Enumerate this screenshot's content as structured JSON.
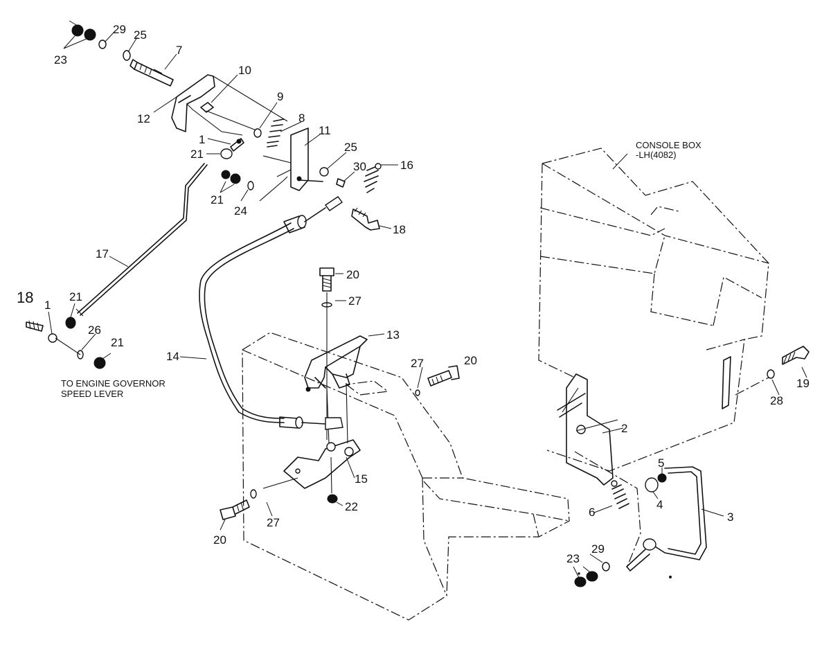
{
  "callouts": [
    {
      "id": "c23a",
      "text": "23"
    },
    {
      "id": "c29a",
      "text": "29"
    },
    {
      "id": "c25a",
      "text": "25"
    },
    {
      "id": "c7",
      "text": "7"
    },
    {
      "id": "c10",
      "text": "10"
    },
    {
      "id": "c12",
      "text": "12"
    },
    {
      "id": "c9",
      "text": "9"
    },
    {
      "id": "c8",
      "text": "8"
    },
    {
      "id": "c1a",
      "text": "1"
    },
    {
      "id": "c21a",
      "text": "21"
    },
    {
      "id": "c11",
      "text": "11"
    },
    {
      "id": "c25b",
      "text": "25"
    },
    {
      "id": "c30",
      "text": "30"
    },
    {
      "id": "c16",
      "text": "16"
    },
    {
      "id": "c21b",
      "text": "21"
    },
    {
      "id": "c24",
      "text": "24"
    },
    {
      "id": "c18a",
      "text": "18"
    },
    {
      "id": "c17",
      "text": "17"
    },
    {
      "id": "c20a",
      "text": "20"
    },
    {
      "id": "c27a",
      "text": "27"
    },
    {
      "id": "c13",
      "text": "13"
    },
    {
      "id": "c18b",
      "text": "18"
    },
    {
      "id": "c1b",
      "text": "1"
    },
    {
      "id": "c21c",
      "text": "21"
    },
    {
      "id": "c26",
      "text": "26"
    },
    {
      "id": "c21d",
      "text": "21"
    },
    {
      "id": "c14",
      "text": "14"
    },
    {
      "id": "c27b",
      "text": "27"
    },
    {
      "id": "c20b",
      "text": "20"
    },
    {
      "id": "c15",
      "text": "15"
    },
    {
      "id": "c22",
      "text": "22"
    },
    {
      "id": "c27c",
      "text": "27"
    },
    {
      "id": "c20c",
      "text": "20"
    },
    {
      "id": "c2",
      "text": "2"
    },
    {
      "id": "c5",
      "text": "5"
    },
    {
      "id": "c4",
      "text": "4"
    },
    {
      "id": "c6",
      "text": "6"
    },
    {
      "id": "c3",
      "text": "3"
    },
    {
      "id": "c23b",
      "text": "23"
    },
    {
      "id": "c29b",
      "text": "29"
    },
    {
      "id": "c28",
      "text": "28"
    },
    {
      "id": "c19",
      "text": "19"
    }
  ],
  "notes": {
    "console_line1": "CONSOLE BOX",
    "console_line2": "-LH(4082)",
    "governor_line1": "TO ENGINE GOVERNOR",
    "governor_line2": "SPEED LEVER"
  }
}
